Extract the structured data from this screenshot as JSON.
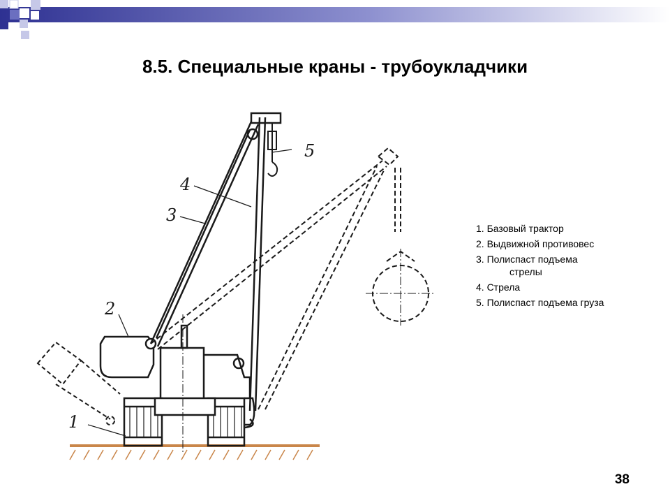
{
  "slide": {
    "title": "8.5. Специальные краны -  трубоукладчики",
    "page_number": "38"
  },
  "legend": {
    "items": [
      {
        "text": "1. Базовый трактор",
        "continuation": ""
      },
      {
        "text": "2. Выдвижной противовес",
        "continuation": ""
      },
      {
        "text": "3. Полиспаст подъема",
        "continuation": "стрелы"
      },
      {
        "text": "4. Стрела",
        "continuation": ""
      },
      {
        "text": "5. Полиспаст подъема груза",
        "continuation": ""
      }
    ]
  },
  "figure": {
    "labels": [
      "1",
      "2",
      "3",
      "4",
      "5"
    ]
  },
  "colors": {
    "deco_dark": "#2e3192",
    "deco_mid": "#6b6fc0",
    "deco_light": "#c6c8e8",
    "ground": "#c9864a",
    "line": "#1a1a1a"
  }
}
